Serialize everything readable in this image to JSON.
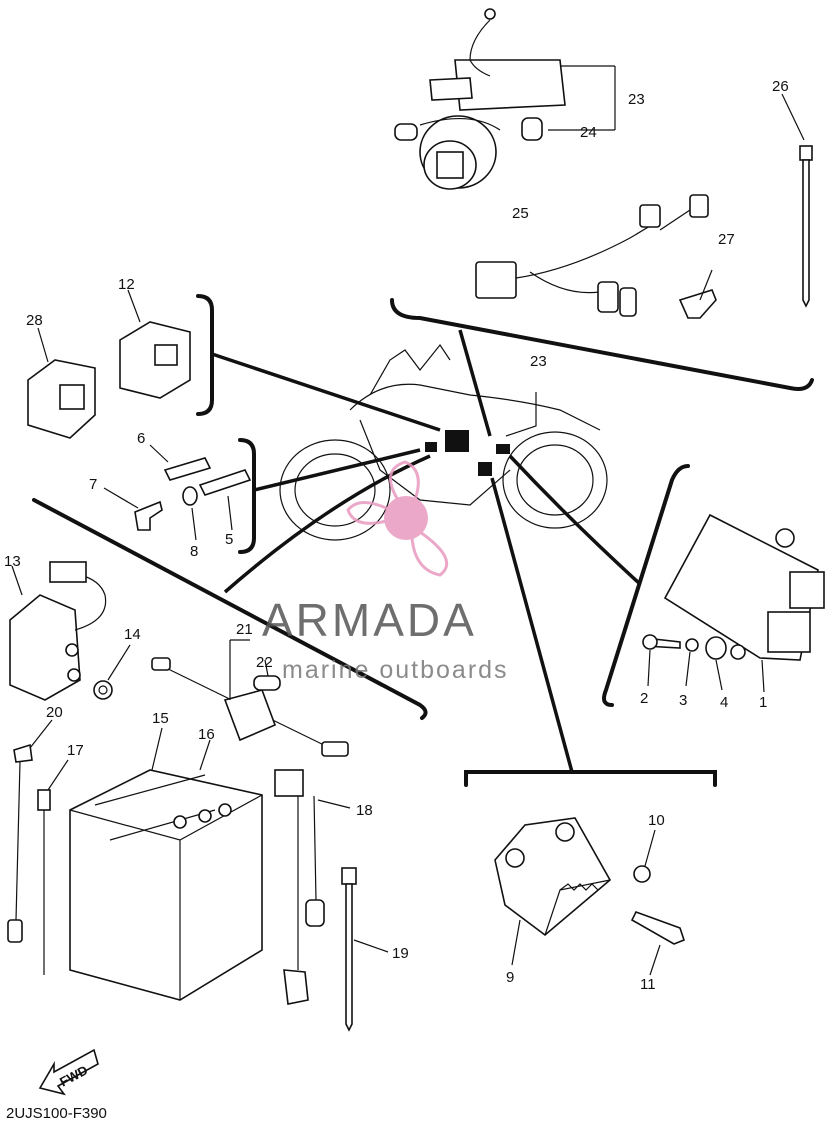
{
  "diagram": {
    "code": "2UJS100-F390",
    "fwd_label": "FWD",
    "callouts": [
      "1",
      "2",
      "3",
      "4",
      "5",
      "6",
      "7",
      "8",
      "9",
      "10",
      "11",
      "12",
      "13",
      "14",
      "15",
      "16",
      "17",
      "18",
      "19",
      "20",
      "21",
      "22",
      "23",
      "23",
      "24",
      "25",
      "26",
      "27",
      "28"
    ]
  },
  "watermark": {
    "brand": "ARMADA",
    "tagline": "marine outboards",
    "color": "#e89ac0"
  }
}
